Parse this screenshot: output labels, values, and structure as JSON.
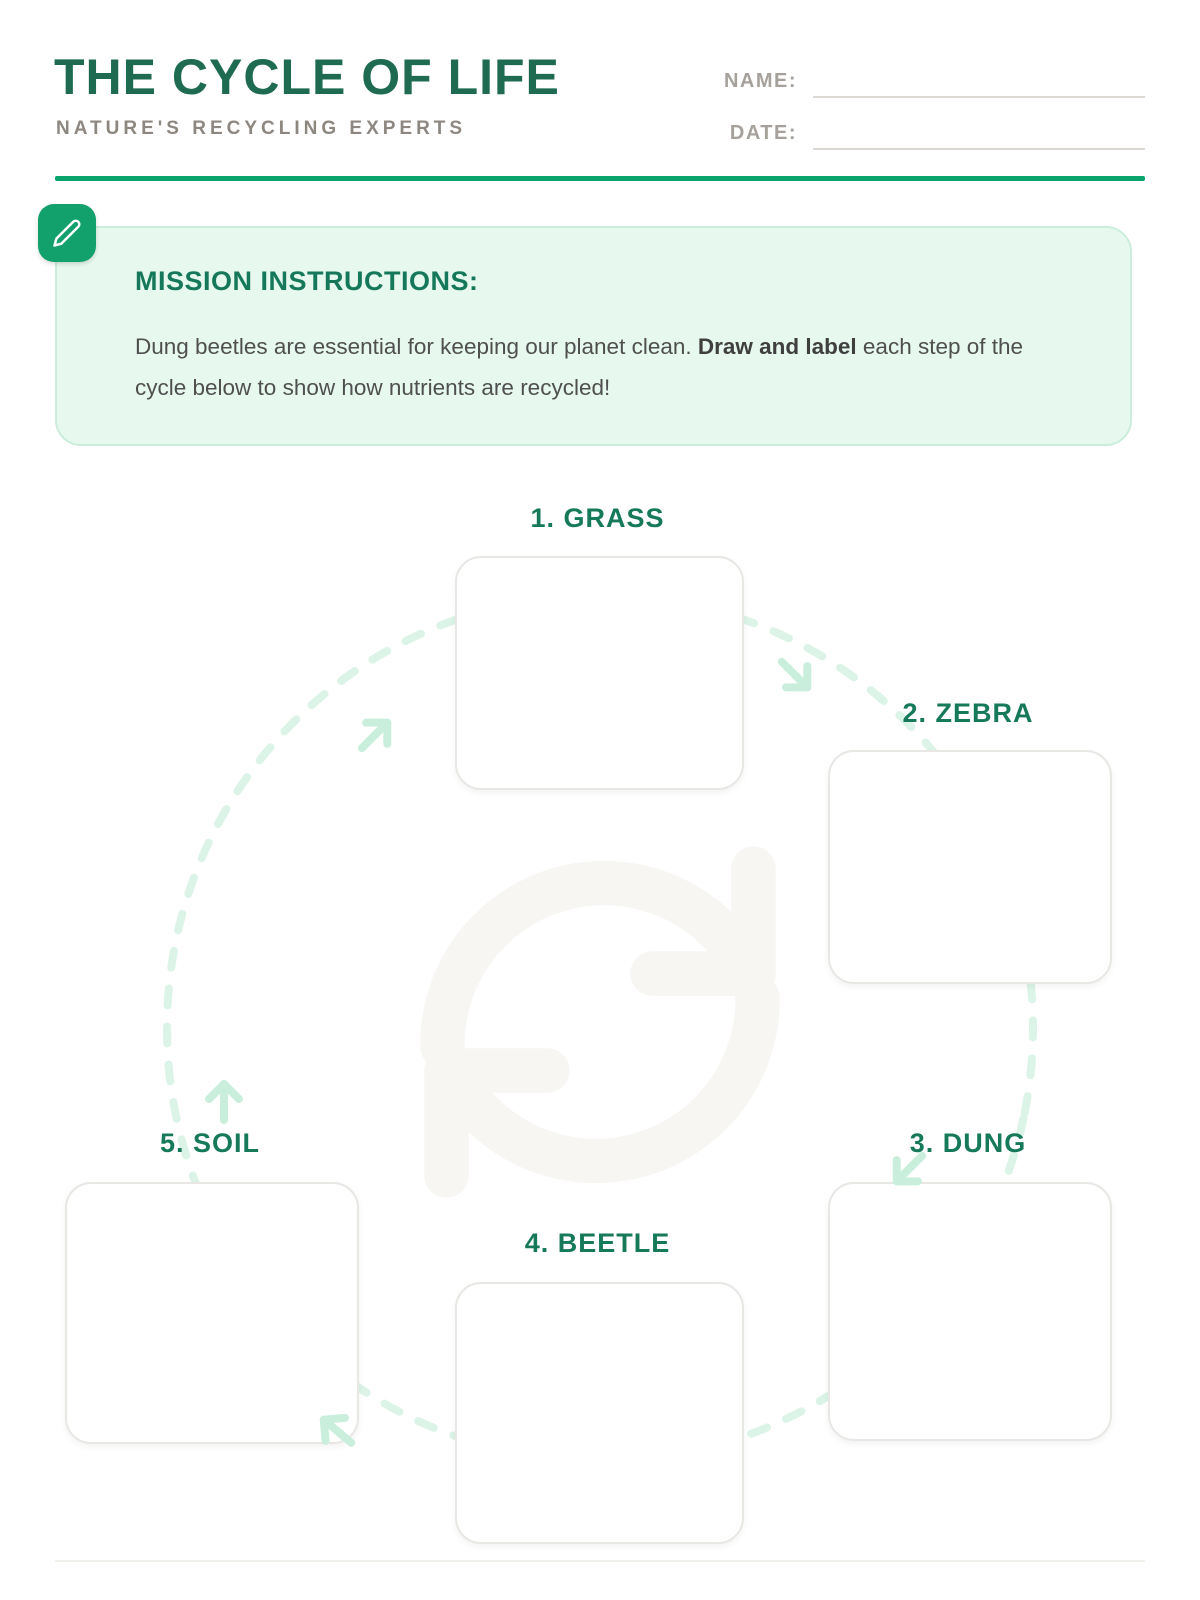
{
  "header": {
    "title": "THE CYCLE OF LIFE",
    "subtitle": "NATURE'S RECYCLING EXPERTS",
    "name_label": "NAME:",
    "date_label": "DATE:",
    "name_value": "",
    "date_value": ""
  },
  "instructions": {
    "heading": "MISSION INSTRUCTIONS:",
    "body_prefix": "Dung beetles are essential for keeping our planet clean. ",
    "body_bold": "Draw and label",
    "body_suffix": " each step of the cycle below to show how nutrients are recycled!"
  },
  "cycle": {
    "steps": [
      {
        "label": "1. GRASS"
      },
      {
        "label": "2. ZEBRA"
      },
      {
        "label": "3. DUNG"
      },
      {
        "label": "4. BEETLE"
      },
      {
        "label": "5. SOIL"
      }
    ]
  },
  "icons": {
    "badge": "pencil-icon",
    "watermark": "recycle-refresh-icon",
    "flow": "mint-arrow-icons"
  },
  "colors": {
    "title_green": "#1e6b51",
    "label_green": "#15795a",
    "accent_green": "#12a06c",
    "mint_arrow": "#c9efdc",
    "mint_dash": "#dbf4e7",
    "mission_bg": "#e7f9ef",
    "mission_border": "#cbeddb",
    "text_gray": "#4f4f4f",
    "muted_gray": "#a6a19a",
    "box_border": "#e9e7e4",
    "watermark_gray": "#f7f6f3"
  }
}
